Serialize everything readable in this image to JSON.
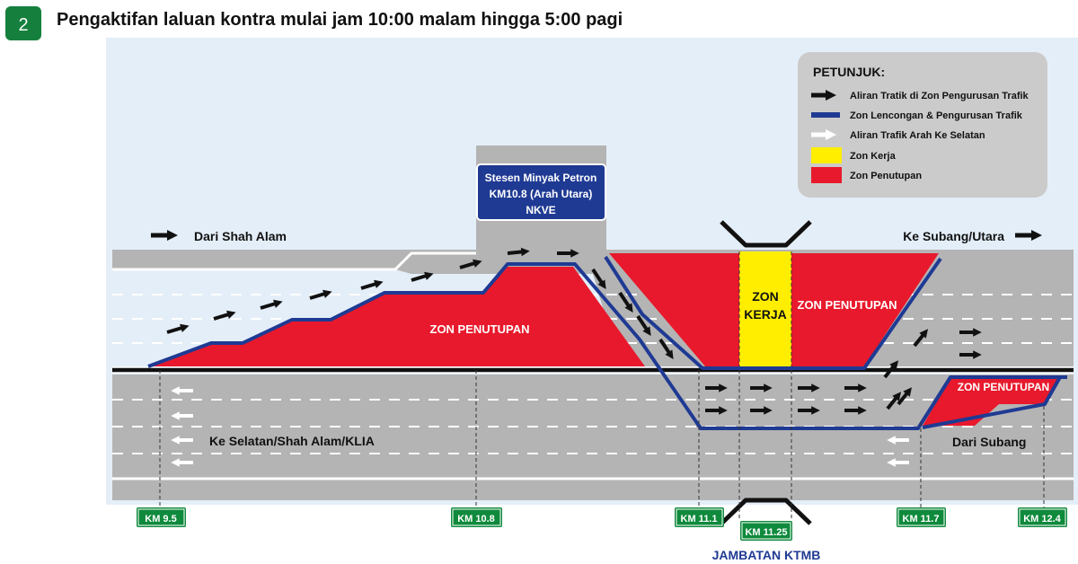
{
  "step": {
    "number": "2",
    "title": "Pengaktifan laluan kontra mulai jam 10:00 malam hingga 5:00 pagi"
  },
  "legend": {
    "title": "PETUNJUK:",
    "items": [
      {
        "label": "Aliran Tratik di Zon Pengurusan Trafik",
        "symbol": "black-arrow-icon"
      },
      {
        "label": "Zon Lencongan & Pengurusan Trafik",
        "symbol": "blue-line",
        "color": "#1f3a93"
      },
      {
        "label": "Aliran Trafik Arah Ke Selatan",
        "symbol": "white-arrow-icon"
      },
      {
        "label": "Zon Kerja",
        "symbol": "yellow-box",
        "color": "#ffee00"
      },
      {
        "label": "Zon Penutupan",
        "symbol": "red-box",
        "color": "#e8192c"
      }
    ]
  },
  "station": {
    "line1": "Stesen Minyak Petron",
    "line2": "KM10.8 (Arah Utara)",
    "line3": "NKVE"
  },
  "directions": {
    "from_shah_alam": "Dari Shah Alam",
    "to_subang_north": "Ke Subang/Utara",
    "to_south": "Ke Selatan/Shah Alam/KLIA",
    "from_subang": "Dari Subang"
  },
  "zones": {
    "closure_label": "ZON PENUTUPAN",
    "work_line1": "ZON",
    "work_line2": "KERJA"
  },
  "km_markers": [
    "KM 9.5",
    "KM 10.8",
    "KM 11.1",
    "KM 11.25",
    "KM 11.7",
    "KM 12.4"
  ],
  "bridge": "JAMBATAN KTMB",
  "colors": {
    "road": "#b4b4b4",
    "background": "#e4eef8",
    "closure": "#e8192c",
    "work_zone": "#ffee00",
    "diversion_line": "#1f3a93",
    "marker_green": "#0f8a3c",
    "station_blue": "#1f3a93"
  }
}
